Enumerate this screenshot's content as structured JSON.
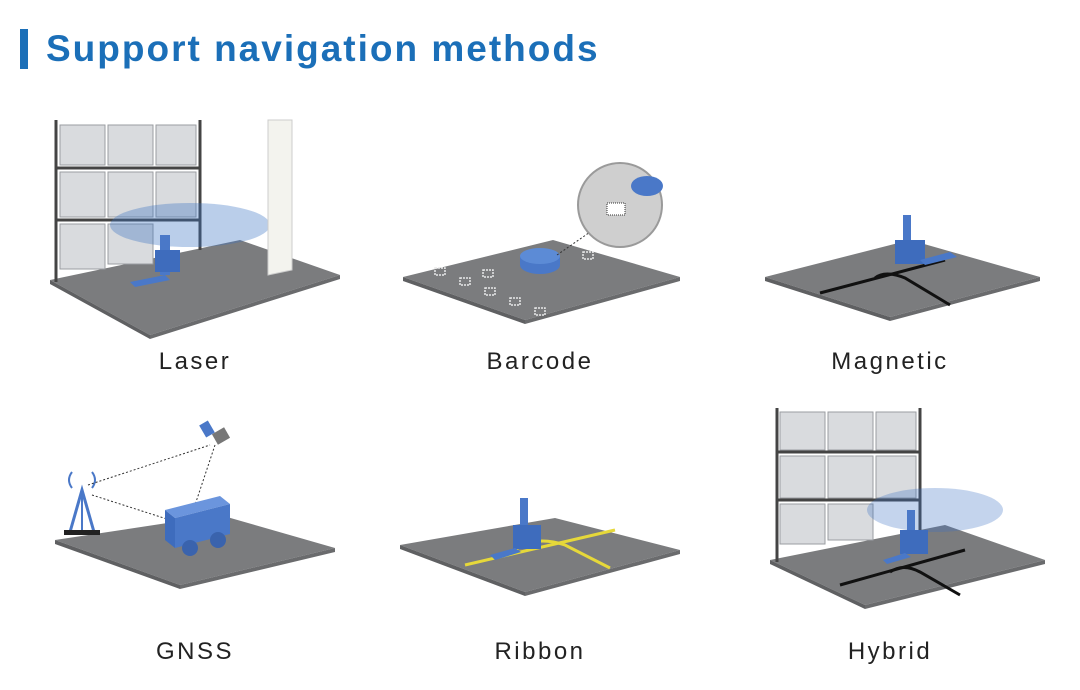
{
  "header": {
    "title": "Support navigation methods"
  },
  "colors": {
    "accent": "#1b6fb8",
    "robot": "#4a78c8",
    "floor": "#7d7e80"
  },
  "methods": [
    {
      "label": "Laser",
      "icon": "laser-navigation-illustration"
    },
    {
      "label": "Barcode",
      "icon": "barcode-navigation-illustration"
    },
    {
      "label": "Magnetic",
      "icon": "magnetic-navigation-illustration"
    },
    {
      "label": "GNSS",
      "icon": "gnss-navigation-illustration"
    },
    {
      "label": "Ribbon",
      "icon": "ribbon-navigation-illustration"
    },
    {
      "label": "Hybrid",
      "icon": "hybrid-navigation-illustration"
    }
  ]
}
